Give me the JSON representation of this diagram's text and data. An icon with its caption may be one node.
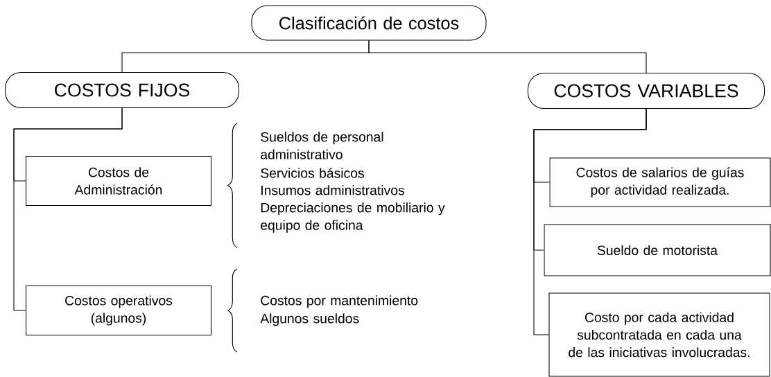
{
  "diagram": {
    "nodes": [
      {
        "text": [
          "Clasificación de costos"
        ]
      },
      {
        "text": [
          "COSTOS FIJOS"
        ]
      },
      {
        "text": [
          "COSTOS VARIABLES"
        ]
      },
      {
        "text": [
          "Costos de Administración"
        ],
        "beside": [
          "Sueldos de personal administrativo",
          "Servicios básicos",
          "Insumos administrativos",
          "Depreciaciones de mobiliario y equipo de oficina"
        ]
      },
      {
        "text": [
          "Costos operativos (algunos)"
        ],
        "beside": [
          "Costos por mantenimiento",
          "Algunos sueldos"
        ]
      },
      {
        "text": [
          "Costos de salarios de guías por actividad realizada."
        ]
      },
      {
        "text": [
          "Sueldo de motorista"
        ]
      },
      {
        "text": [
          "Costo por cada actividad subcontratada en cada una de las iniciativas involucradas."
        ]
      }
    ],
    "edges": [
      {
        "from": 0,
        "to": 1,
        "arrow": "none"
      },
      {
        "from": 0,
        "to": 2,
        "arrow": "none"
      },
      {
        "from": 1,
        "to": 3,
        "arrow": "none"
      },
      {
        "from": 1,
        "to": 4,
        "arrow": "none"
      },
      {
        "from": 2,
        "to": 5,
        "arrow": "none"
      },
      {
        "from": 2,
        "to": 6,
        "arrow": "none"
      },
      {
        "from": 2,
        "to": 7,
        "arrow": "none"
      }
    ]
  }
}
